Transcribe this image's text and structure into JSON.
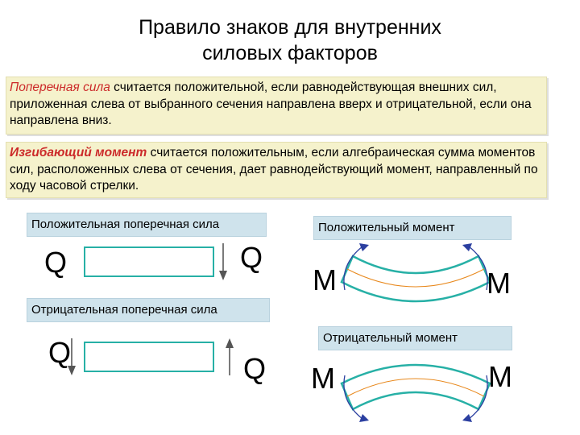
{
  "title": {
    "line1": "Правило знаков для внутренних",
    "line2": "силовых факторов"
  },
  "rule_shear": {
    "term": "Поперечная сила",
    "text": " считается положительной, если равнодействующая внешних сил, приложенная слева от выбранного сечения направлена вверх  и отрицательной, если она направлена вниз."
  },
  "rule_moment": {
    "term": "Изгибающий момент",
    "text": " считается положительным, если алгебраическая сумма моментов сил, расположенных слева от сечения, дает равнодействующий момент, направленный по ходу часовой стрелки."
  },
  "labels": {
    "positive_shear": "Положительная поперечная сила",
    "negative_shear": "Отрицательная поперечная сила",
    "positive_moment": "Положительный момент",
    "negative_moment": "Отрицательный момент"
  },
  "symbols": {
    "shear": "Q",
    "moment": "M"
  },
  "colors": {
    "box_background": "#f5f2cc",
    "term_red": "#cc2a2a",
    "label_background": "#cfe3ec",
    "beam_teal": "#27b0a6",
    "arrow_blue": "#2b3fa0",
    "neutral_orange": "#e8881c"
  }
}
